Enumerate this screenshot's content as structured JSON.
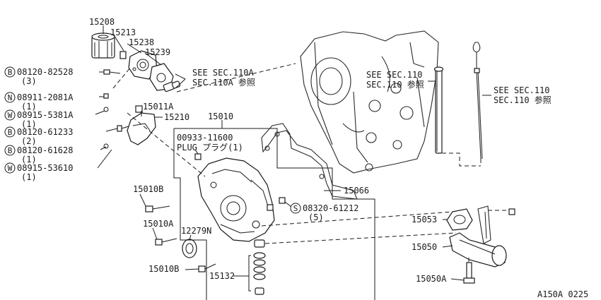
{
  "diagram": {
    "reference_code": "A150A 0225",
    "parts": {
      "p15208": "15208",
      "p15213": "15213",
      "p15238": "15238",
      "p15239": "15239",
      "p15011A": "15011A",
      "p15210": "15210",
      "p15010": "15010",
      "p15066": "15066",
      "p15010B_a": "15010B",
      "p15010A": "15010A",
      "p12279N": "12279N",
      "p15010B_b": "15010B",
      "p15132": "15132",
      "p15053": "15053",
      "p15050": "15050",
      "p15050A": "15050A"
    },
    "fasteners": [
      {
        "symbol": "B",
        "number": "08120-82528",
        "qty": "(3)"
      },
      {
        "symbol": "N",
        "number": "08911-2081A",
        "qty": "(1)"
      },
      {
        "symbol": "W",
        "number": "08915-5381A",
        "qty": "(1)"
      },
      {
        "symbol": "B",
        "number": "08120-61233",
        "qty": "(2)"
      },
      {
        "symbol": "B",
        "number": "08120-61628",
        "qty": "(1)"
      },
      {
        "symbol": "W",
        "number": "08915-53610",
        "qty": "(1)"
      }
    ],
    "screw": {
      "symbol": "S",
      "number": "08320-61212",
      "qty": "(5)"
    },
    "plug": {
      "number": "00933-11600",
      "text": "PLUG プラグ(1)"
    },
    "see_refs": {
      "a_line1": "SEE SEC.110A",
      "a_line2": "SEC.110A 参照",
      "b_line1": "SEE SEC.110",
      "b_line2": "SEC.110 参照",
      "c_line1": "SEE SEC.110",
      "c_line2": "SEC.110 参照"
    }
  }
}
